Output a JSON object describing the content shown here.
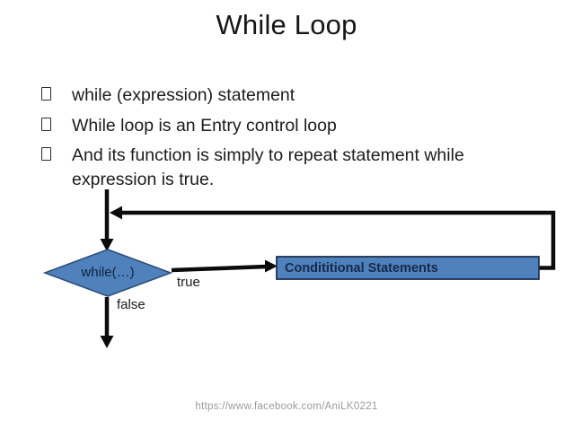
{
  "title": "While Loop",
  "bullets": [
    {
      "lines": [
        "while (expression) statement",
        ""
      ]
    },
    {
      "lines": [
        "While loop is an Entry control loop",
        ""
      ]
    },
    {
      "lines": [
        "And its function is simply to repeat statement while",
        "expression is true."
      ]
    }
  ],
  "diagram": {
    "decision_label": "while(…)",
    "true_label": "true",
    "false_label": "false",
    "process_label": "Condititional Statements",
    "colors": {
      "shape_fill": "#4f81bd",
      "diamond_border": "#2e4f7a",
      "process_border": "#1f3050",
      "connector": "#0b0b0b",
      "process_text": "#16294a"
    }
  },
  "footer": {
    "url": "https://www.facebook.com/AniLK0221"
  }
}
